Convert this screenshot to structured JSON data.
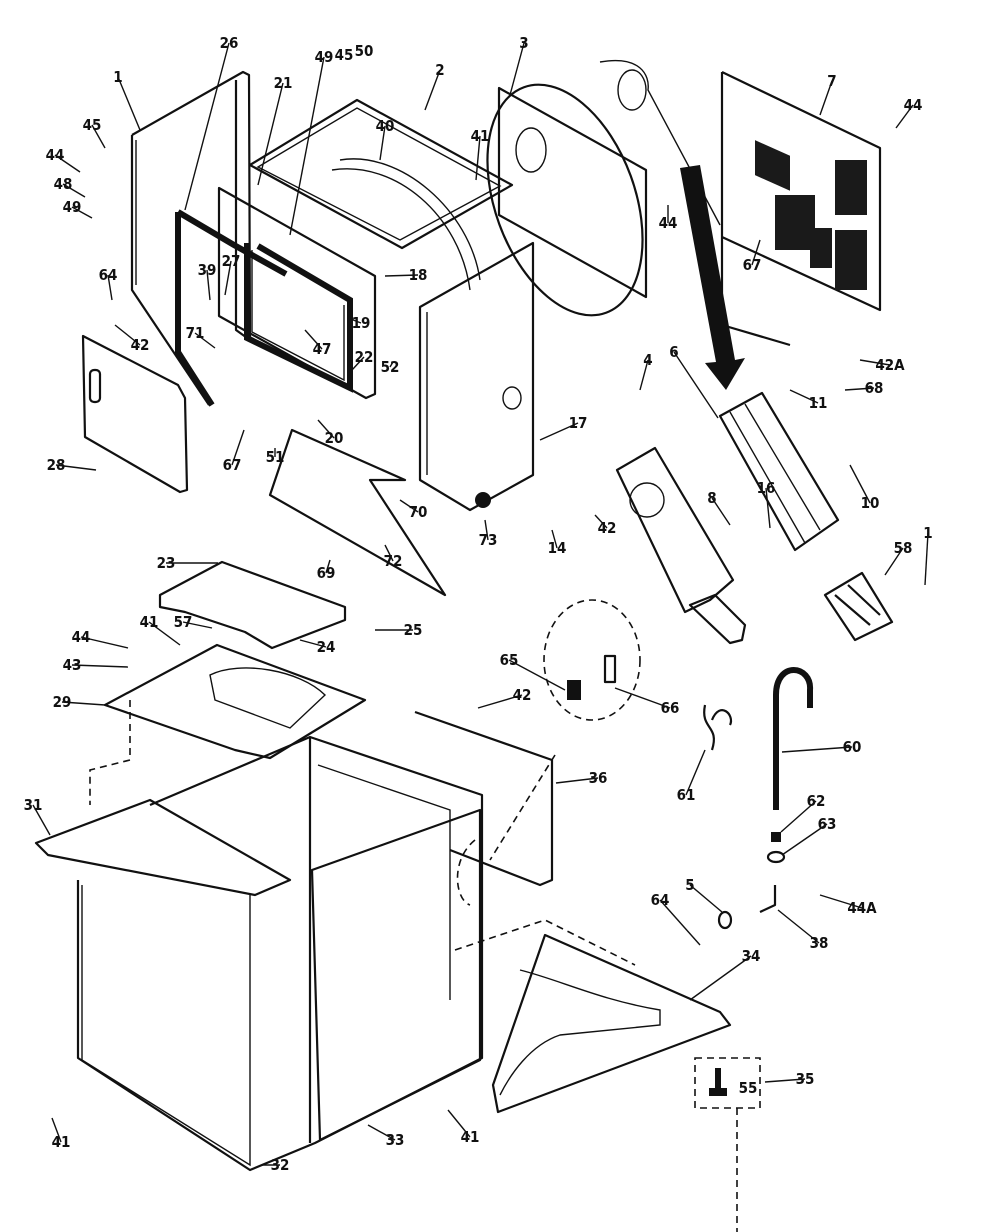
{
  "diagram": {
    "ink_color": "#111111",
    "background": "#ffffff",
    "part_labels": [
      "1",
      "26",
      "21",
      "49",
      "45",
      "50",
      "2",
      "3",
      "7",
      "44",
      "45",
      "44",
      "48",
      "49",
      "40",
      "41",
      "39",
      "27",
      "18",
      "44",
      "67",
      "64",
      "42",
      "19",
      "47",
      "71",
      "22",
      "52",
      "42A",
      "68",
      "4",
      "6",
      "11",
      "17",
      "28",
      "67",
      "51",
      "20",
      "70",
      "10",
      "8",
      "16",
      "73",
      "14",
      "42",
      "69",
      "72",
      "58",
      "1",
      "23",
      "25",
      "24",
      "57",
      "41",
      "44",
      "43",
      "29",
      "31",
      "65",
      "42",
      "66",
      "36",
      "60",
      "61",
      "62",
      "63",
      "5",
      "64",
      "44A",
      "38",
      "34",
      "35",
      "55",
      "41",
      "32",
      "33",
      "41"
    ]
  }
}
